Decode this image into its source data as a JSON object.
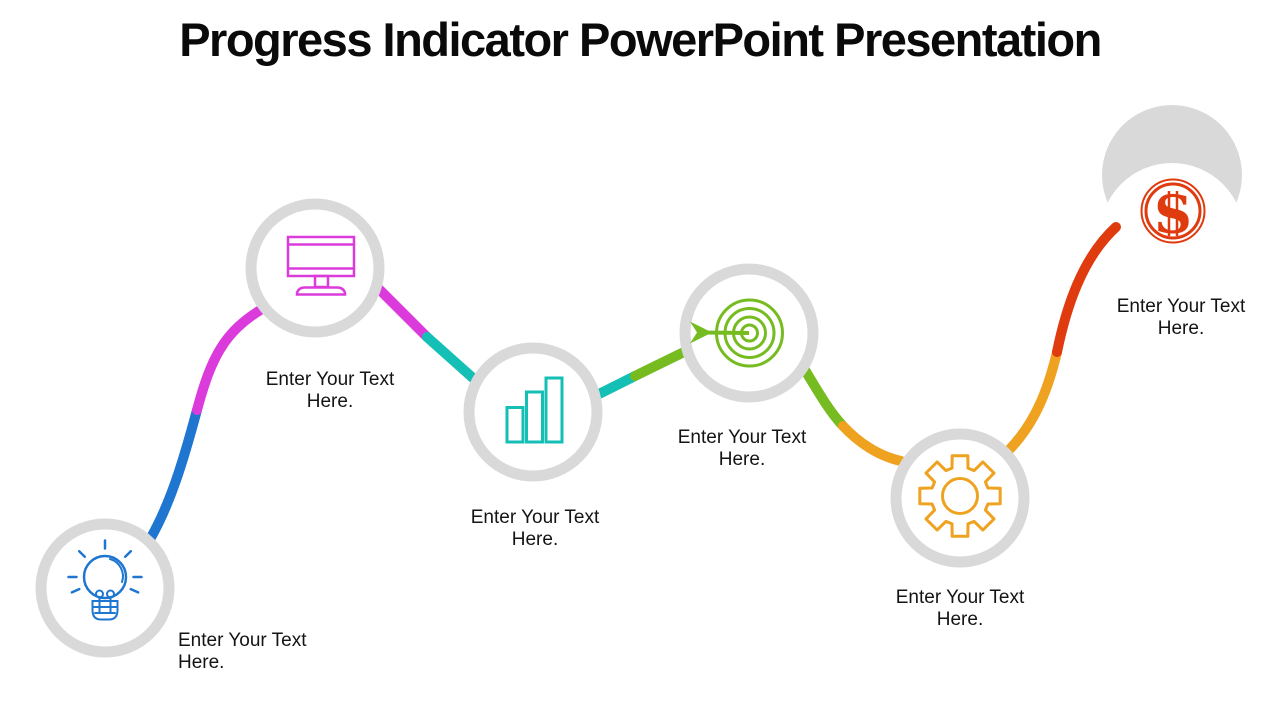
{
  "title": "Progress Indicator PowerPoint Presentation",
  "colors": {
    "node_ring": "#D9D9D9",
    "crescent": "#D9D9D9",
    "background": "#FFFFFF"
  },
  "steps": [
    {
      "index": 1,
      "icon": "lightbulb-icon",
      "color": "#1F76D0",
      "label": "Enter Your Text Here."
    },
    {
      "index": 2,
      "icon": "monitor-icon",
      "color": "#DC3BDC",
      "label": "Enter Your Text Here."
    },
    {
      "index": 3,
      "icon": "bar-chart-icon",
      "color": "#14BFB6",
      "label": "Enter Your Text Here."
    },
    {
      "index": 4,
      "icon": "target-icon",
      "color": "#76BC21",
      "label": "Enter Your Text Here."
    },
    {
      "index": 5,
      "icon": "gear-icon",
      "color": "#EFA21F",
      "label": "Enter Your Text Here."
    },
    {
      "index": 6,
      "icon": "dollar-icon",
      "color": "#E03A0F",
      "label": "Enter Your Text Here.",
      "glyph": "S"
    }
  ]
}
